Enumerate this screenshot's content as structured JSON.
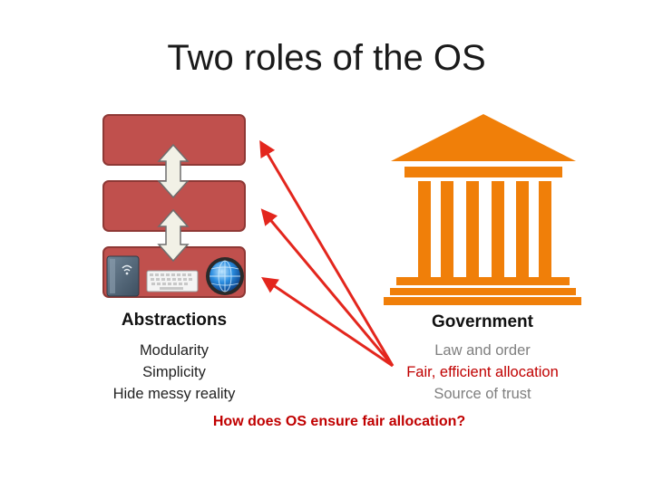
{
  "slide": {
    "title": "Two roles of the OS"
  },
  "abstractions": {
    "heading": "Abstractions",
    "items": [
      "Modularity",
      "Simplicity",
      "Hide messy reality"
    ]
  },
  "government": {
    "heading": "Government",
    "items": [
      "Law and order",
      "Fair, efficient allocation",
      "Source of trust"
    ],
    "highlighted_item": "Fair, efficient allocation"
  },
  "question": "How does OS ensure fair allocation?",
  "icons": {
    "hardware": [
      "tablet-device-icon",
      "keyboard-icon",
      "globe-network-icon"
    ],
    "government": "government-building-icon"
  },
  "colors": {
    "layer_fill": "#c0504d",
    "building": "#f07f09",
    "arrow": "#e3261d",
    "highlight_text": "#c00000",
    "muted_text": "#7f7f7f"
  }
}
